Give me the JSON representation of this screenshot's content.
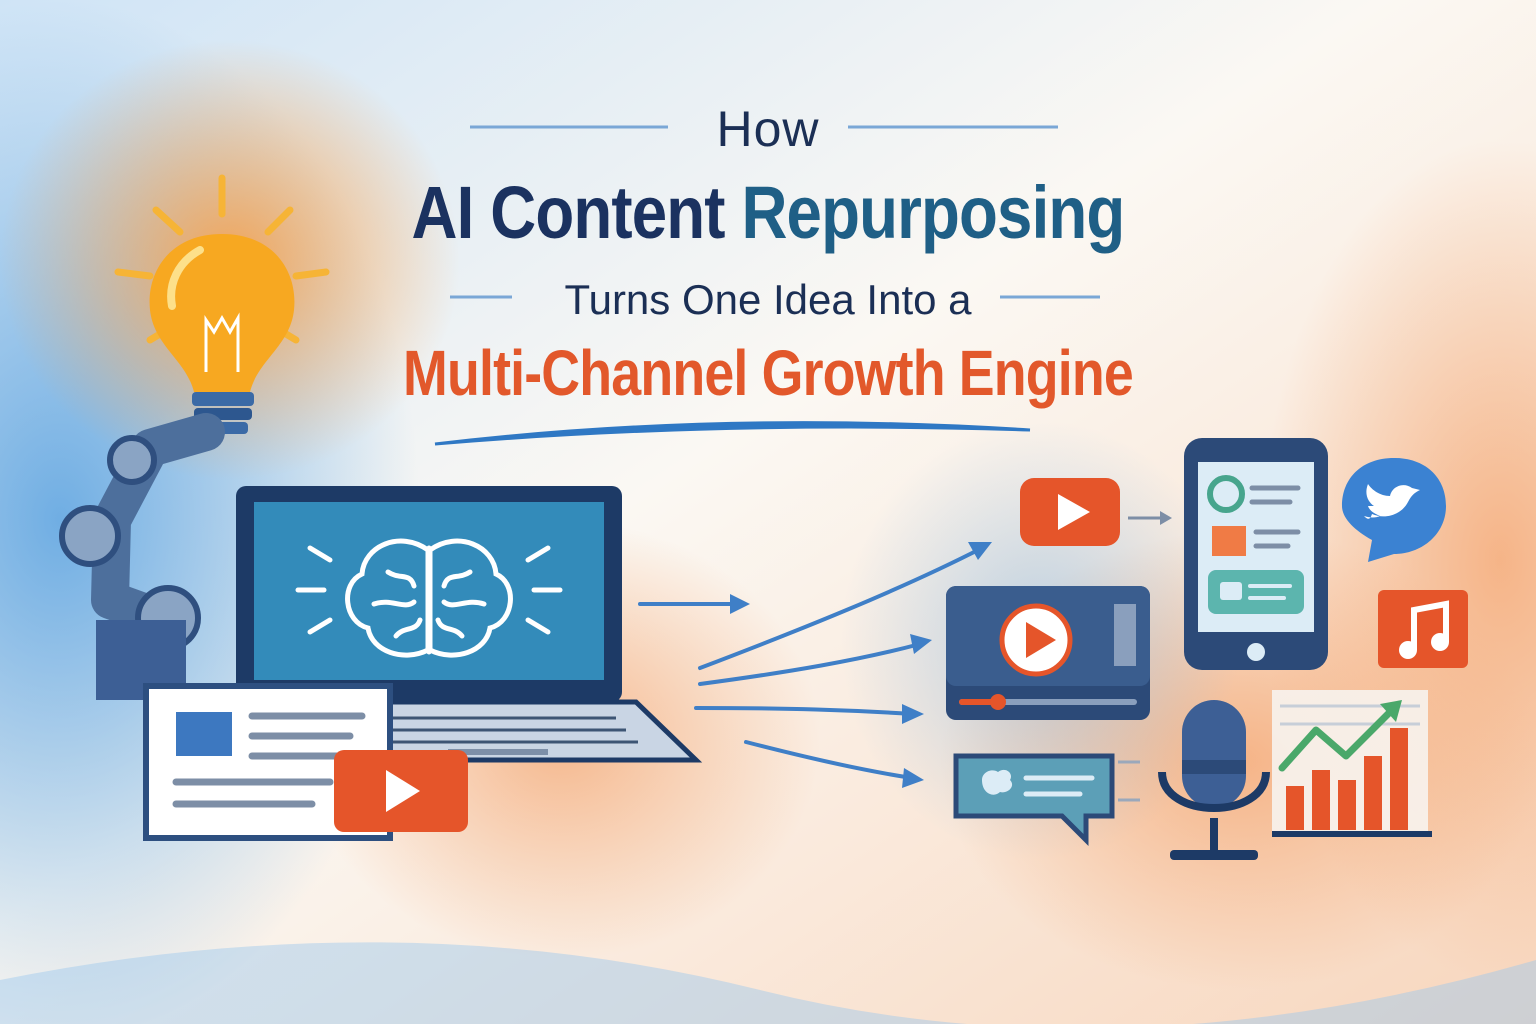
{
  "header": {
    "line1": "How",
    "title_part1": "AI Content",
    "title_part2": "Repurposing",
    "line3": "Turns One Idea Into a",
    "line4": "Multi-Channel Growth Engine"
  },
  "colors": {
    "navy": "#1b3260",
    "teal": "#1f5f86",
    "orange": "#e2582b",
    "sky": "#4a90d9",
    "bulb": "#f7a821"
  },
  "icons": [
    "lightbulb-icon",
    "robot-arm-icon",
    "laptop-icon",
    "brain-icon",
    "document-icon",
    "play-icon",
    "video-player-icon",
    "smartphone-icon",
    "twitter-bird-icon",
    "music-note-icon",
    "chat-bubble-icon",
    "microphone-icon",
    "growth-chart-icon"
  ]
}
